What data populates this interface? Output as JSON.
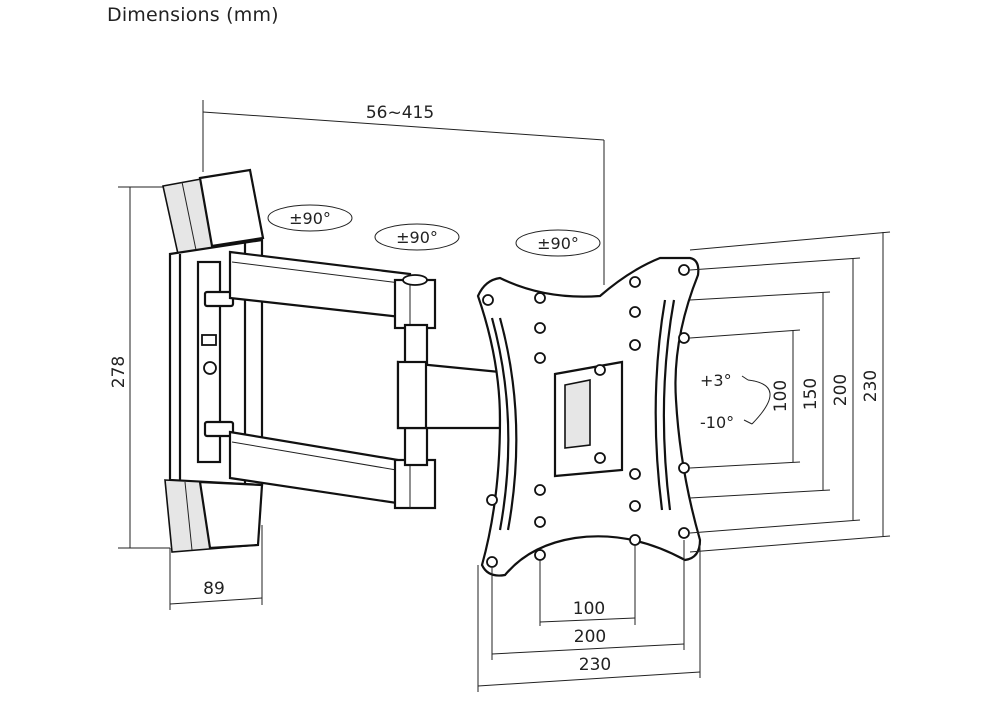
{
  "title": "Dimensions (mm)",
  "dimensions": {
    "arm_extension": "56~415",
    "height": "278",
    "wall_plate_depth": "89",
    "vesa_h_100": "100",
    "vesa_h_200": "200",
    "vesa_h_230": "230",
    "vesa_v_100": "100",
    "vesa_v_150": "150",
    "vesa_v_200": "200",
    "vesa_v_230": "230"
  },
  "rotations": {
    "swivel_wall": "±90°",
    "swivel_middle": "±90°",
    "swivel_plate": "±90°",
    "tilt_up": "+3°",
    "tilt_down": "-10°"
  }
}
